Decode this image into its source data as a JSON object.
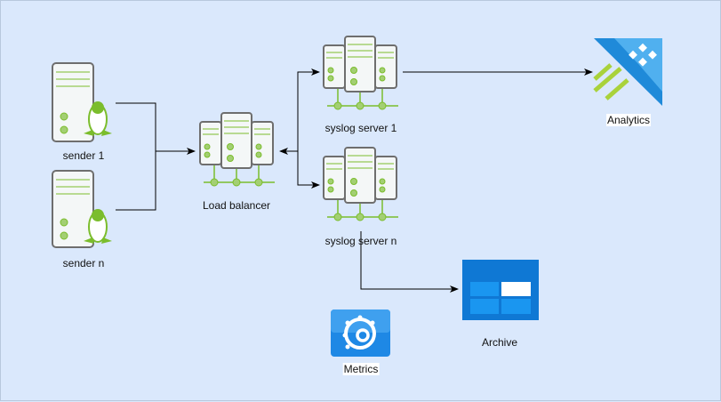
{
  "diagram": {
    "background": "#dae8fc",
    "colors": {
      "server_fill": "#f4f7f7",
      "server_stroke": "#6e6e6e",
      "accent": "#7bbd2c",
      "arrow": "#000000",
      "azure": "#0f78d4"
    },
    "nodes": {
      "sender_1": {
        "label": "sender 1",
        "icon": "linux-server-icon"
      },
      "sender_n": {
        "label": "sender n",
        "icon": "linux-server-icon"
      },
      "load_balancer": {
        "label": "Load balancer",
        "icon": "server-cluster-icon"
      },
      "syslog_1": {
        "label": "syslog server 1",
        "icon": "server-cluster-icon"
      },
      "syslog_n": {
        "label": "syslog server n",
        "icon": "server-cluster-icon"
      },
      "analytics": {
        "label": "Analytics",
        "icon": "analytics-icon"
      },
      "archive": {
        "label": "Archive",
        "icon": "storage-table-icon"
      },
      "metrics": {
        "label": "Metrics",
        "icon": "grafana-icon"
      }
    },
    "edges": [
      {
        "from": "sender_1",
        "to": "load_balancer"
      },
      {
        "from": "sender_n",
        "to": "load_balancer"
      },
      {
        "from": "load_balancer",
        "to": "syslog_1"
      },
      {
        "from": "load_balancer",
        "to": "syslog_n"
      },
      {
        "from": "syslog_1",
        "to": "analytics"
      },
      {
        "from": "syslog_n",
        "to": "archive"
      }
    ]
  }
}
